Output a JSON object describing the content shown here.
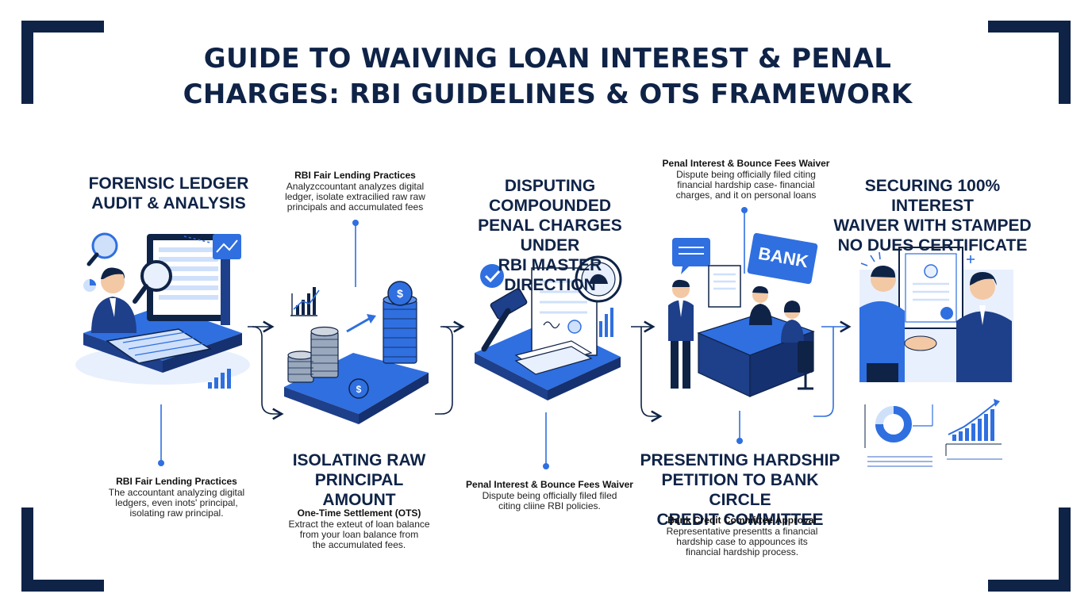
{
  "title": {
    "line1": "GUIDE TO WAIVING LOAN INTEREST & PENAL",
    "line2": "CHARGES: RBI GUIDELINES & OTS FRAMEWORK"
  },
  "steps": [
    {
      "heading": [
        "FORENSIC LEDGER",
        "AUDIT & ANALYSIS"
      ],
      "note_title": "RBI Fair Lending Practices",
      "note_body": [
        "The accountant analyzing digital",
        "ledgers, even inots' principal,",
        "isolating raw principal."
      ]
    },
    {
      "heading": [
        "ISOLATING RAW",
        "PRINCIPAL AMOUNT"
      ],
      "top_note_title": "RBI Fair Lending Practices",
      "top_note_body": [
        "Analyzccountant analyzes digital",
        "ledger, isolate extracilied raw raw",
        "principals and accumulated fees"
      ],
      "note_title": "One-Time Settlement (OTS)",
      "note_body": [
        "Extract the exteut of loan balance",
        "from your loan balance from",
        "the accumulated fees."
      ]
    },
    {
      "heading": [
        "DISPUTING COMPOUNDED",
        "PENAL CHARGES UNDER",
        "RBI MASTER DIRECTION"
      ],
      "note_title": "Penal Interest & Bounce Fees Waiver",
      "note_body": [
        "Dispute being officially filed filed",
        "citing cliine RBI policies."
      ]
    },
    {
      "heading": [
        "PRESENTING HARDSHIP",
        "PETITION TO BANK CIRCLE",
        "CREDIT COMMITTEE"
      ],
      "top_note_title": "Penal Interest & Bounce Fees Waiver",
      "top_note_body": [
        "Dispute being officially filed citing",
        "financial hardship case- financial",
        "charges, and it on personal loans"
      ],
      "note_title": "Bank Credit Committee Approval",
      "note_body": [
        "Representative presentts a financial",
        "hardship case to appounces its",
        "financial hardship process."
      ]
    },
    {
      "heading": [
        "SECURING 100% INTEREST",
        "WAIVER WITH STAMPED",
        "NO DUES CERTIFICATE"
      ]
    }
  ],
  "bank_sign": "BANK",
  "colors": {
    "navy": "#0f2347",
    "blue": "#2f6fe0",
    "light_blue": "#cfe0fb",
    "pale_blue": "#e8f0fd"
  }
}
